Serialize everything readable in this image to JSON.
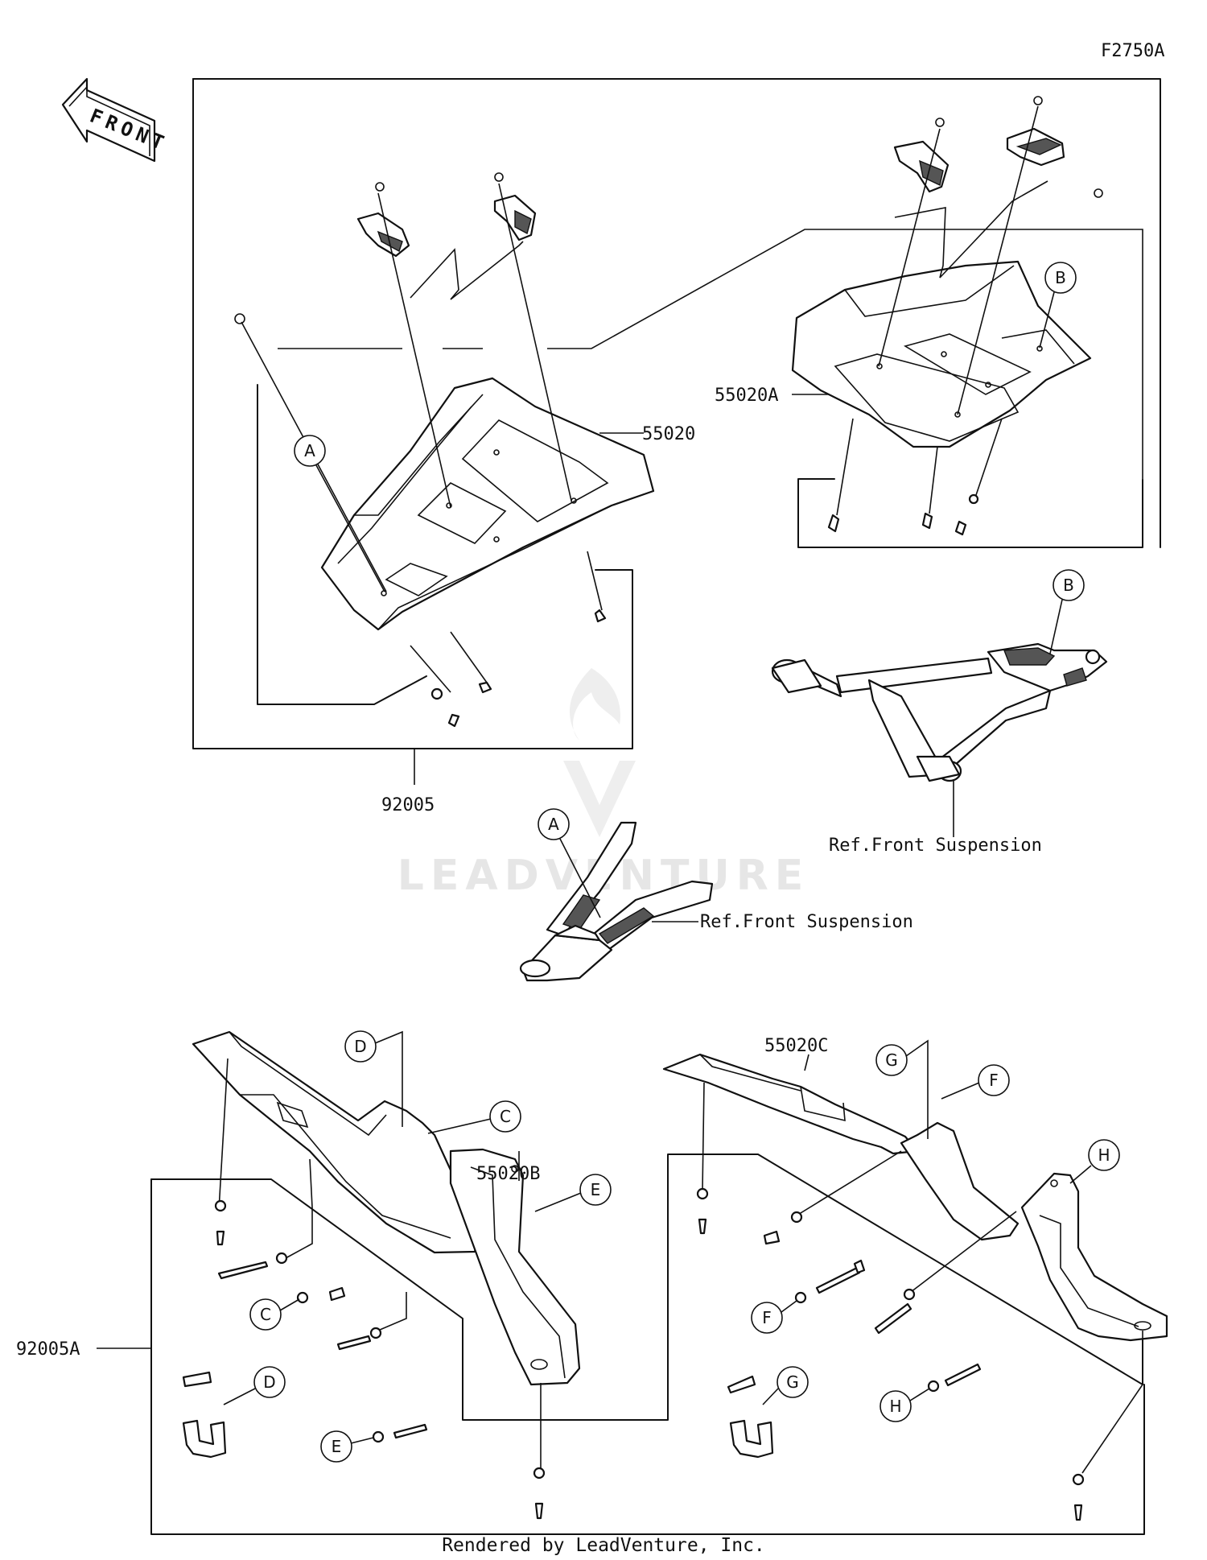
{
  "figure_code": "F2750A",
  "front_arrow_text": "FRONT",
  "watermark": "LEADVENTURE",
  "footer": "Rendered by LeadVenture, Inc.",
  "parts": {
    "p55020": "55020",
    "p55020A": "55020A",
    "p55020B": "55020B",
    "p55020C": "55020C",
    "p92005": "92005",
    "p92005A": "92005A"
  },
  "references": {
    "ref_upper": "Ref.Front Suspension",
    "ref_lower": "Ref.Front Suspension"
  },
  "callouts": [
    "A",
    "B",
    "C",
    "D",
    "E",
    "F",
    "G",
    "H"
  ]
}
